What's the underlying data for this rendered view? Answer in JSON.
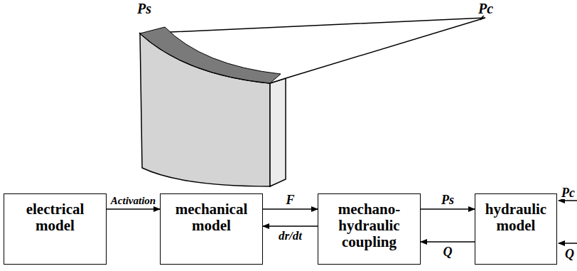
{
  "diagram": {
    "nodes": [
      {
        "text": [
          "electrical model"
        ]
      },
      {
        "text": [
          "mechanical model"
        ]
      },
      {
        "text": [
          "mechano-hydraulic coupling"
        ]
      },
      {
        "text": [
          "hydraulic model"
        ]
      }
    ],
    "edges": [
      {
        "from": 0,
        "to": 1,
        "label": "Activation",
        "arrow": "to"
      },
      {
        "from": 1,
        "to": 2,
        "label": "F",
        "arrow": "to"
      },
      {
        "from": 2,
        "to": 1,
        "label": "dr/dt",
        "arrow": "to"
      },
      {
        "from": 2,
        "to": 3,
        "label": "Ps",
        "arrow": "to"
      },
      {
        "from": 3,
        "to": 2,
        "label": "Q",
        "arrow": "to"
      }
    ],
    "labels": [
      "Ps",
      "Pc",
      "Pc",
      "Q"
    ]
  }
}
